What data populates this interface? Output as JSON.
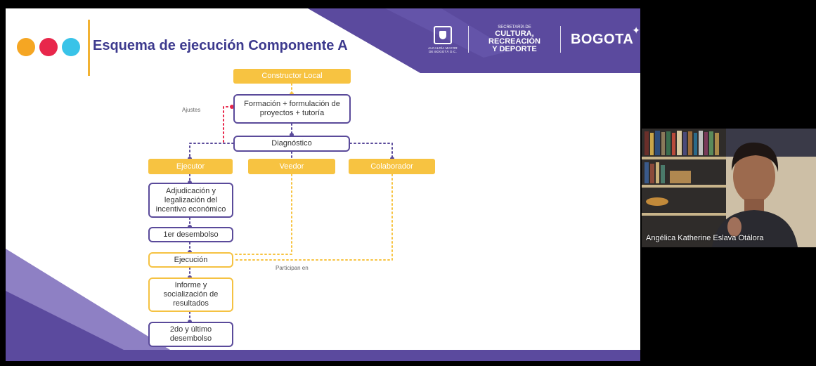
{
  "slide": {
    "title": "Esquema de ejecución Componente A",
    "colors": {
      "purple": "#5b4a9e",
      "dot_orange": "#f5a623",
      "dot_red": "#e8274b",
      "dot_cyan": "#39c3e8",
      "yellow": "#f7c341",
      "title": "#3d3a8e"
    },
    "logos": {
      "alcaldia_caption": "ALCALDÍA MAYOR DE BOGOTÁ D.C.",
      "secretaria_small": "SECRETARÍA DE",
      "secretaria_main_1": "CULTURA, RECREACIÓN",
      "secretaria_main_2": "Y DEPORTE",
      "bogota": "BOGOTA"
    }
  },
  "diagram": {
    "constructor": "Constructor Local",
    "formacion": "Formación + formulación de proyectos + tutoría",
    "ajustes": "Ajustes",
    "diagnostico": "Diagnóstico",
    "roles": [
      "Ejecutor",
      "Veedor",
      "Colaborador"
    ],
    "steps": [
      "Adjudicación y legalización del incentivo económico",
      "1er desembolso",
      "Ejecución",
      "Informe y socialización de resultados",
      "2do y último desembolso"
    ],
    "participan": "Participan en"
  },
  "video": {
    "participant_name": "Angélica Katherine Eslava Otálora"
  }
}
